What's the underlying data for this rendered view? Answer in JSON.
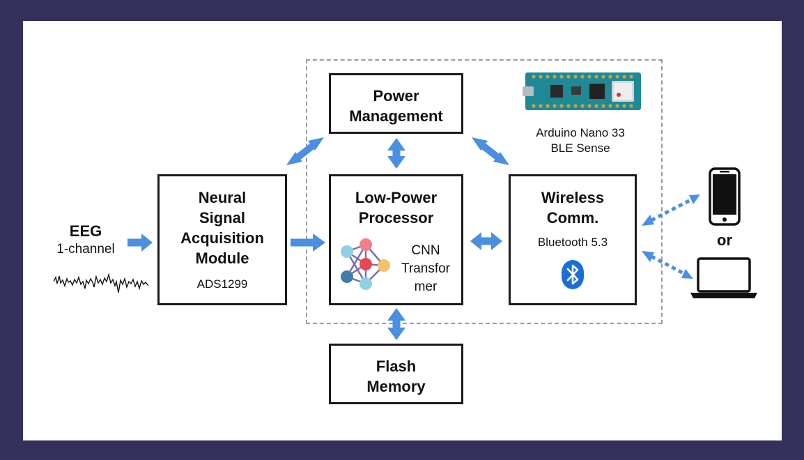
{
  "input": {
    "title": "EEG",
    "subtitle": "1-channel"
  },
  "blocks": {
    "acquisition": {
      "title": "Neural Signal Acquisition Module",
      "lines": [
        "Neural",
        "Signal",
        "Acquisition",
        "Module"
      ],
      "chip": "ADS1299"
    },
    "power": {
      "lines": [
        "Power",
        "Management"
      ]
    },
    "processor": {
      "lines": [
        "Low-Power",
        "Processor"
      ],
      "models": [
        "CNN",
        "Transfor",
        "mer"
      ]
    },
    "wireless": {
      "lines": [
        "Wireless",
        "Comm."
      ],
      "protocol": "Bluetooth 5.3"
    },
    "memory": {
      "lines": [
        "Flash",
        "Memory"
      ]
    }
  },
  "board": {
    "lines": [
      "Arduino Nano 33",
      "BLE Sense"
    ]
  },
  "devices": {
    "separator": "or"
  },
  "colors": {
    "arrow": "#4a8fe2",
    "border": "#1a1a1a",
    "frame": "#33305c",
    "dash": "#9a9a9a"
  },
  "icons": [
    "eeg-waveform-icon",
    "neural-network-icon",
    "bluetooth-icon",
    "smartphone-icon",
    "laptop-icon",
    "arduino-board-icon"
  ]
}
